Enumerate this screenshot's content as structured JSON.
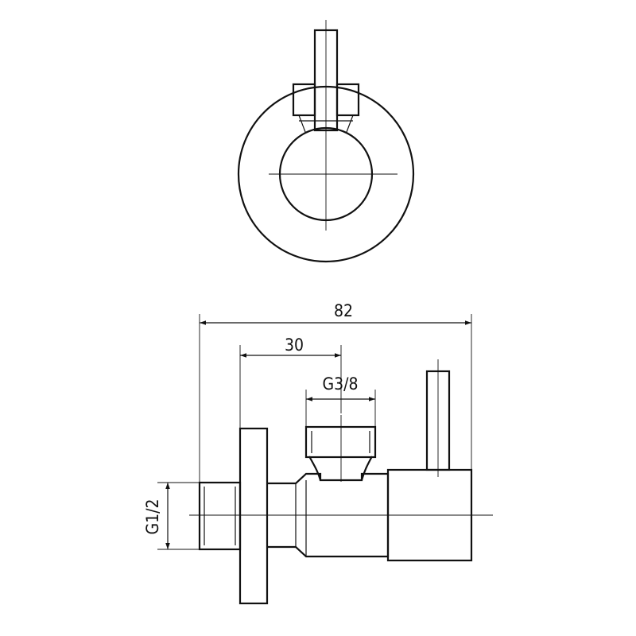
{
  "dimensions": {
    "overall_width": "82",
    "inlet_to_outlet": "30",
    "outlet_thread": "G3/8",
    "inlet_thread": "G1/2"
  }
}
